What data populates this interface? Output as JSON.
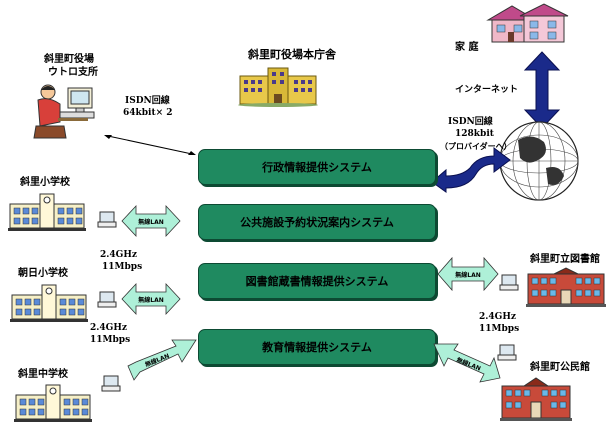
{
  "labels": {
    "shiyakuba_top": "斜里町役場本庁舎",
    "utoro_line1": "斜里町役場",
    "utoro_line2": "ウトロ支所",
    "home": "家 庭",
    "internet": "インターネット",
    "isdn_left_line1": "ISDN回線",
    "isdn_left_line2": "64kbit× 2",
    "isdn_right_line1": "ISDN回線",
    "isdn_right_line2": "128kbit",
    "isdn_right_line3": "（プロバイダーへ）",
    "school1": "斜里小学校",
    "school2": "朝日小学校",
    "school3": "斜里中学校",
    "library": "斜里町立図書館",
    "kouminkan": "斜里町公民館",
    "freq_left_line1": "2.4GHz",
    "freq_left_line2": "11Mbps",
    "freq_left2_line1": "2.4GHz",
    "freq_left2_line2": "11Mbps",
    "freq_right_line1": "2.4GHz",
    "freq_right_line2": "11Mbps"
  },
  "systems": [
    "行政情報提供システム",
    "公共施設予約状況案内システム",
    "図書館蔵書情報提供システム",
    "教育情報提供システム"
  ],
  "wireless_lan": "無線LAN",
  "colors": {
    "system_box": "#1f8a60",
    "wireless_arrow": "#aef0d8",
    "internet_arrow": "#1a2a8a"
  }
}
